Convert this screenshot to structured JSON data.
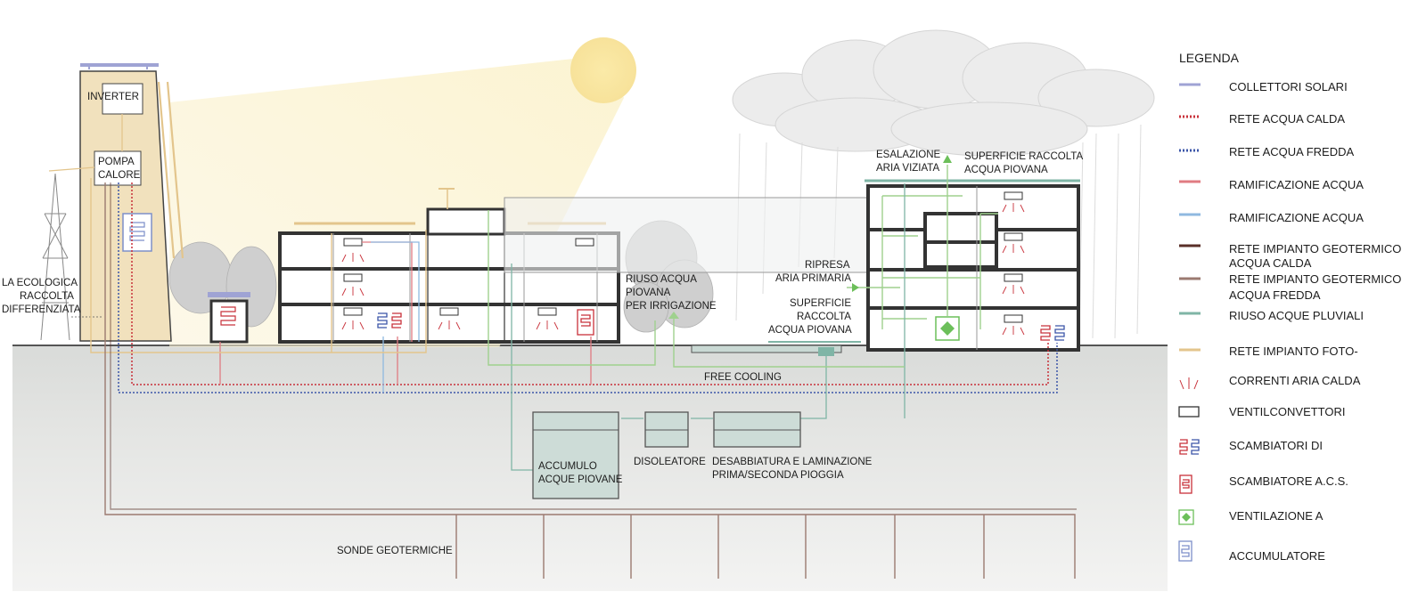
{
  "labels": {
    "inverter": "INVERTER",
    "pompa_1": "POMPA",
    "pompa_2": "CALORE",
    "isola_1": "LA ECOLOGICA",
    "isola_2": "RACCOLTA",
    "isola_3": "DIFFERENZIATA",
    "riuso_1": "RIUSO ACQUA",
    "riuso_2": "PIOVANA",
    "riuso_3": "PER IRRIGAZIONE",
    "ripresa_1": "RIPRESA",
    "ripresa_2": "ARIA PRIMARIA",
    "superficie_1": "SUPERFICIE",
    "superficie_2": "RACCOLTA",
    "superficie_3": "ACQUA PIOVANA",
    "esalazione_1": "ESALAZIONE",
    "esalazione_2": "ARIA VIZIATA",
    "sup_tetto_1": "SUPERFICIE RACCOLTA",
    "sup_tetto_2": "ACQUA PIOVANA",
    "free_cooling": "FREE COOLING",
    "accumulo_1": "ACCUMULO",
    "accumulo_2": "ACQUE PIOVANE",
    "disoleatore": "DISOLEATORE",
    "desabbiatura_1": "DESABBIATURA E LAMINAZIONE",
    "desabbiatura_2": "PRIMA/SECONDA PIOGGIA",
    "sonde": "SONDE GEOTERMICHE"
  },
  "legend": {
    "title": "LEGENDA",
    "items": [
      {
        "icon": "solar-collector-line",
        "color": "#9fa3d4",
        "text": [
          "COLLETTORI SOLARI"
        ]
      },
      {
        "icon": "dotted-red-line",
        "color": "#c8313a",
        "text": [
          "RETE ACQUA CALDA"
        ]
      },
      {
        "icon": "dotted-blue-line",
        "color": "#3b55a8",
        "text": [
          "RETE ACQUA FREDDA"
        ]
      },
      {
        "icon": "solid-pink-line",
        "color": "#e07b82",
        "text": [
          "RAMIFICAZIONE ACQUA"
        ]
      },
      {
        "icon": "solid-lightblue-line",
        "color": "#8fb9e0",
        "text": [
          "RAMIFICAZIONE ACQUA"
        ]
      },
      {
        "icon": "dark-brown-line",
        "color": "#5a2f28",
        "text": [
          "RETE IMPIANTO GEOTERMICO",
          "ACQUA CALDA"
        ]
      },
      {
        "icon": "light-brown-line",
        "color": "#9b7a70",
        "text": [
          "RETE IMPIANTO GEOTERMICO",
          "ACQUA FREDDA"
        ]
      },
      {
        "icon": "teal-line",
        "color": "#7fb5a6",
        "text": [
          "RIUSO ACQUE PLUVIALI"
        ]
      },
      {
        "icon": "tan-line",
        "color": "#e3c58c",
        "text": [
          "RETE IMPIANTO FOTO-"
        ]
      },
      {
        "icon": "warm-air-icon",
        "color": "#c8313a",
        "text": [
          "CORRENTI ARIA CALDA"
        ]
      },
      {
        "icon": "fan-coil-icon",
        "color": "#333333",
        "text": [
          "VENTILCONVETTORI"
        ]
      },
      {
        "icon": "heat-exchanger-icon",
        "color": "#c8313a",
        "text": [
          "SCAMBIATORI DI"
        ]
      },
      {
        "icon": "dhw-exchanger-icon",
        "color": "#c8313a",
        "text": [
          "SCAMBIATORE   A.C.S."
        ]
      },
      {
        "icon": "ventilation-icon",
        "color": "#6cbf5a",
        "text": [
          "VENTILAZIONE A"
        ]
      },
      {
        "icon": "accumulator-icon",
        "color": "#7d8fc9",
        "text": [
          "ACCUMULATORE"
        ]
      }
    ]
  }
}
